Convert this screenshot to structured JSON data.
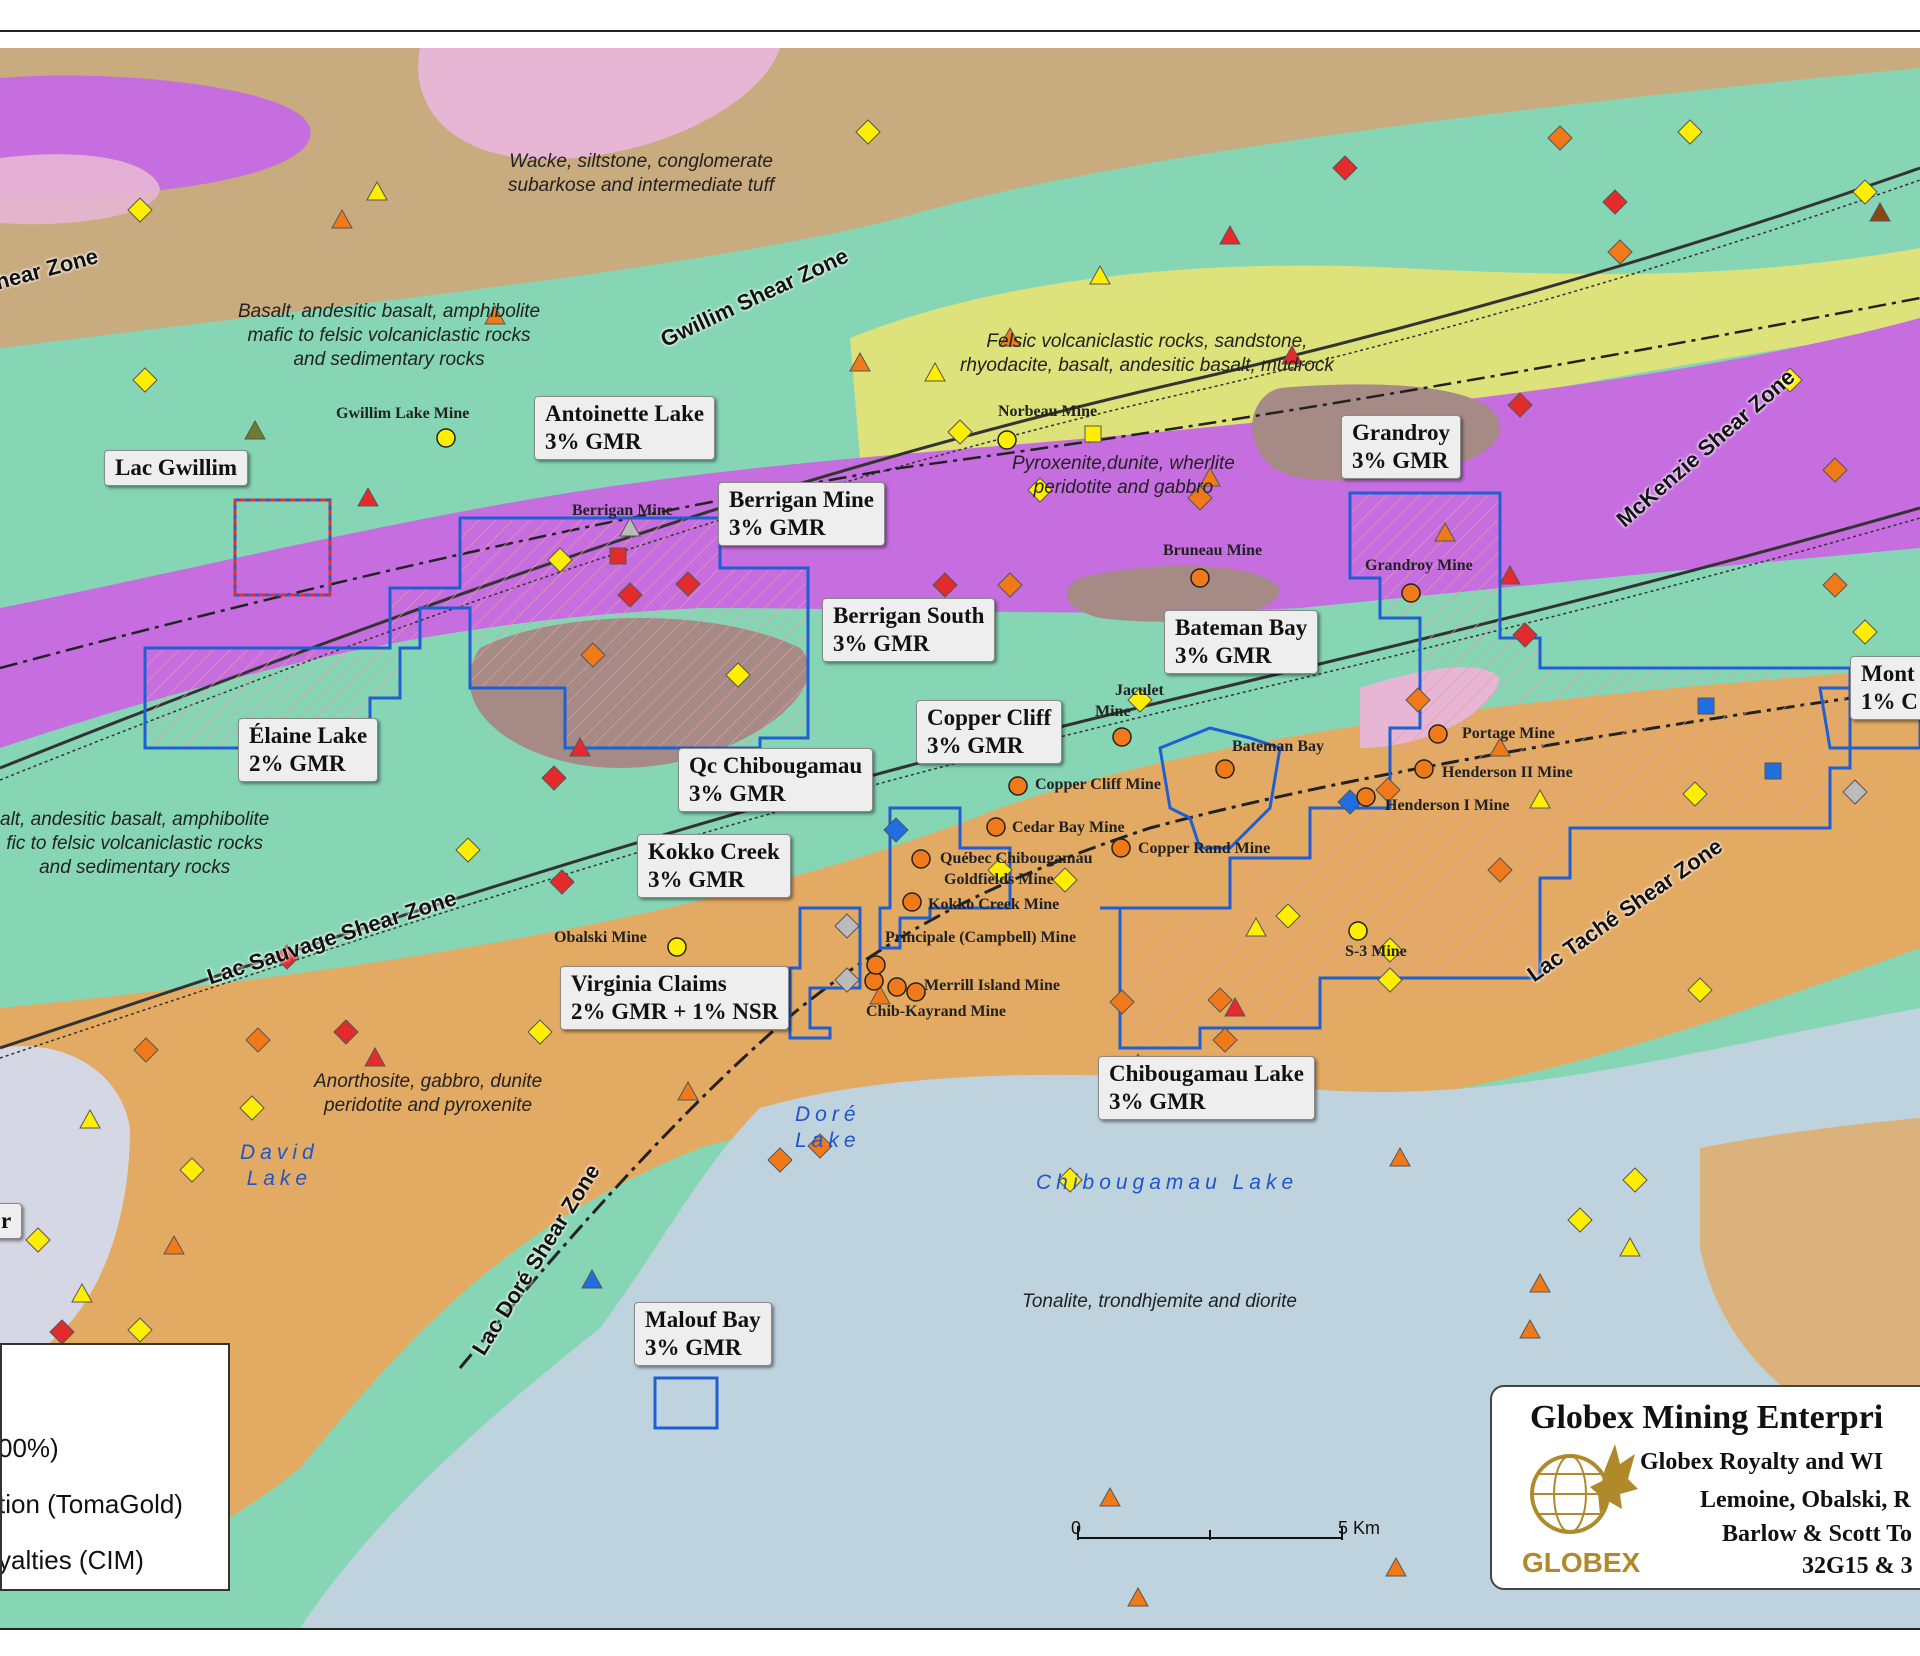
{
  "map": {
    "colors": {
      "volcanic_green": "#86d6b6",
      "sediment_tan": "#c8ab7e",
      "ultramafic_purple": "#c66ee0",
      "felsic_yellow": "#dde27a",
      "anorthosite_orange": "#e3aa63",
      "tonalite_blue": "#bfd3de",
      "pink": "#e6b6d4",
      "peridotite_brown": "#a68a86",
      "claim_outline": "#1f5fd1"
    },
    "claims": [
      {
        "line1": "Antoinette Lake",
        "line2": "3% GMR"
      },
      {
        "line1": "Lac Gwillim",
        "line2": ""
      },
      {
        "line1": "Berrigan Mine",
        "line2": "3% GMR"
      },
      {
        "line1": "Berrigan South",
        "line2": "3% GMR"
      },
      {
        "line1": "Élaine Lake",
        "line2": "2% GMR"
      },
      {
        "line1": "Grandroy",
        "line2": "3% GMR"
      },
      {
        "line1": "Bateman Bay",
        "line2": "3% GMR"
      },
      {
        "line1": "Copper Cliff",
        "line2": "3% GMR"
      },
      {
        "line1": "Qc Chibougamau",
        "line2": "3% GMR"
      },
      {
        "line1": "Kokko Creek",
        "line2": "3% GMR"
      },
      {
        "line1": "Virginia Claims",
        "line2": "2% GMR + 1% NSR"
      },
      {
        "line1": "Chibougamau Lake",
        "line2": "3% GMR"
      },
      {
        "line1": "Malouf Bay",
        "line2": "3% GMR"
      },
      {
        "line1": "Mont",
        "line2": "1% C"
      }
    ],
    "rock_units": [
      {
        "line1": "Wacke, siltstone, conglomerate",
        "line2": "subarkose and intermediate tuff",
        "line3": ""
      },
      {
        "line1": "Basalt, andesitic basalt, amphibolite",
        "line2": "mafic to felsic volcaniclastic rocks",
        "line3": "and sedimentary rocks"
      },
      {
        "line1": "Felsic volcaniclastic rocks, sandstone,",
        "line2": "rhyodacite, basalt, andesitic basalt, mudrock",
        "line3": ""
      },
      {
        "line1": "Pyroxenite,dunite, wherlite",
        "line2": "peridotite and gabbro",
        "line3": ""
      },
      {
        "line1": "alt, andesitic basalt, amphibolite",
        "line2": "fic to felsic volcaniclastic rocks",
        "line3": "and sedimentary rocks"
      },
      {
        "line1": "Anorthosite, gabbro, dunite",
        "line2": "peridotite and pyroxenite",
        "line3": ""
      },
      {
        "line1": "Tonalite, trondhjemite and diorite",
        "line2": "",
        "line3": ""
      }
    ],
    "shear_zones": [
      "Gwillim Shear Zone",
      "hear Zone",
      "McKenzie Shear Zone",
      "Lac Sauvage Shear Zone",
      "Lac Taché Shear Zone",
      "Lac Doré Shear Zone"
    ],
    "lakes": [
      {
        "line1": "Doré",
        "line2": "Lake"
      },
      {
        "line1": "David",
        "line2": "Lake"
      },
      {
        "line1": "Chibougamau Lake",
        "line2": ""
      }
    ],
    "mines": [
      "Gwillim Lake Mine",
      "Berrigan Mine",
      "Norbeau Mine",
      "Bruneau Mine",
      "Grandroy Mine",
      "Jaculet",
      "Mine",
      "Bateman Bay",
      "Portage Mine",
      "Henderson II Mine",
      "Henderson I Mine",
      "Copper Cliff Mine",
      "Cedar Bay Mine",
      "Copper Rand Mine",
      "Québec Chibougamau",
      "Goldfields Mine",
      "Kokko Creek Mine",
      "Principale (Campbell) Mine",
      "Obalski Mine",
      "Merrill Island Mine",
      "Chib-Kayrand Mine",
      "S-3 Mine"
    ],
    "edge_fragment": "r"
  },
  "legend": {
    "item1": "00%)",
    "item2": "tion (TomaGold)",
    "item3": "yalties (CIM)"
  },
  "title_block": {
    "company": "Globex Mining Enterpri",
    "subtitle": "Globex Royalty and WI",
    "line3": "Lemoine, Obalski, R",
    "line4": "Barlow & Scott To",
    "line5": "32G15 & 3",
    "logo_word": "GLOBEX"
  },
  "scale_bar": {
    "start": "0",
    "end": "5 Km"
  }
}
